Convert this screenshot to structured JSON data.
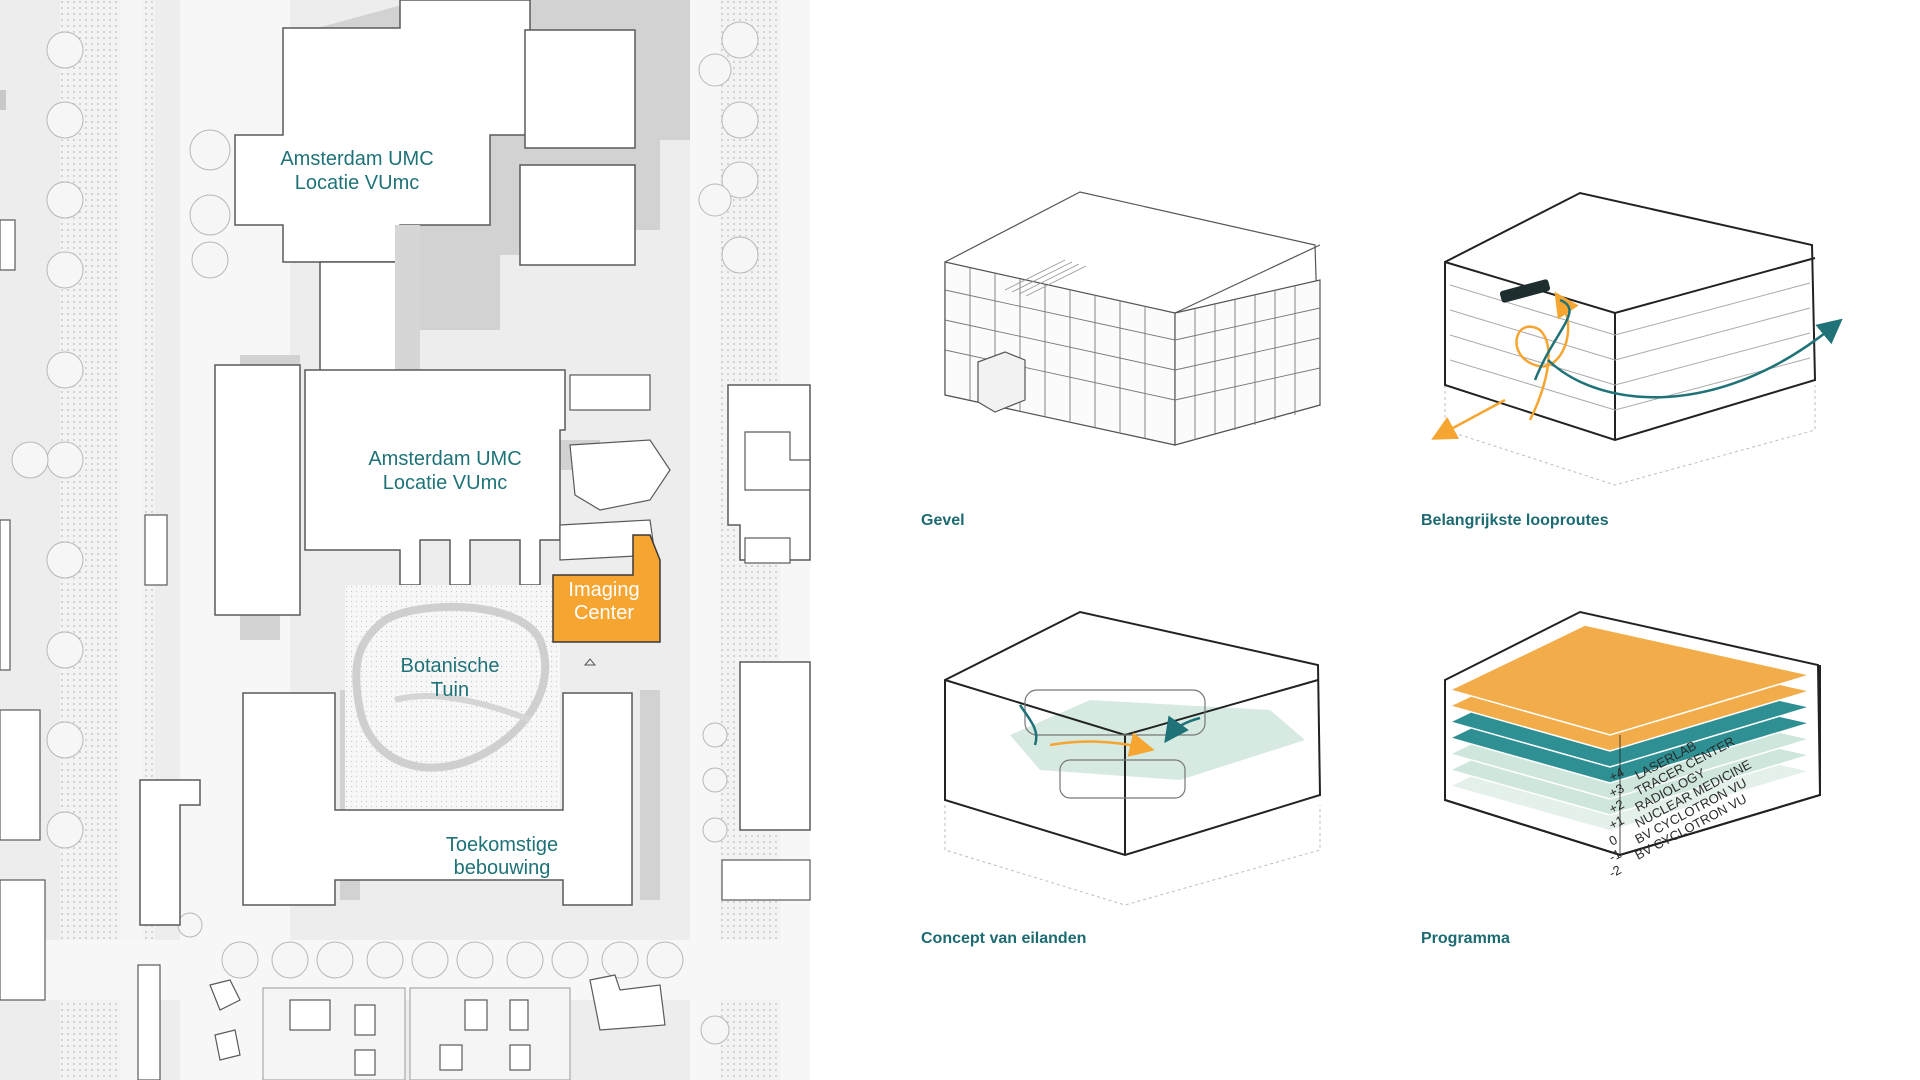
{
  "map": {
    "labels": {
      "umc_top_line1": "Amsterdam UMC",
      "umc_top_line2": "Locatie VUmc",
      "umc_mid_line1": "Amsterdam UMC",
      "umc_mid_line2": "Locatie VUmc",
      "imaging_line1": "Imaging",
      "imaging_line2": "Center",
      "garden_line1": "Botanische",
      "garden_line2": "Tuin",
      "future_line1": "Toekomstige",
      "future_line2": "bebouwing"
    }
  },
  "diagrams": {
    "gevel": {
      "caption": "Gevel"
    },
    "looproutes": {
      "caption": "Belangrijkste looproutes"
    },
    "eilanden": {
      "caption": "Concept van eilanden"
    },
    "programma": {
      "caption": "Programma",
      "layers": [
        {
          "level": "+4",
          "name": "LASERLAB",
          "color": "#f2ad4a"
        },
        {
          "level": "+3",
          "name": "TRACER CENTER",
          "color": "#f2ad4a"
        },
        {
          "level": "+2",
          "name": "RADIOLOGY",
          "color": "#2f9094"
        },
        {
          "level": "+1",
          "name": "NUCLEAR MEDICINE",
          "color": "#2f9094"
        },
        {
          "level": "0",
          "name": "BV CYCLOTRON VU",
          "color": "#cfe6dc"
        },
        {
          "level": "-1",
          "name": "BV CYCLOTRON VU",
          "color": "#cfe6dc"
        },
        {
          "level": "-2",
          "name": "",
          "color": "#e4f0ea"
        }
      ]
    }
  },
  "colors": {
    "teal": "#1f7378",
    "orange": "#f6a531",
    "building_fill": "#ffffff",
    "shadow": "#cfcfcf",
    "road": "#eeeeee"
  }
}
